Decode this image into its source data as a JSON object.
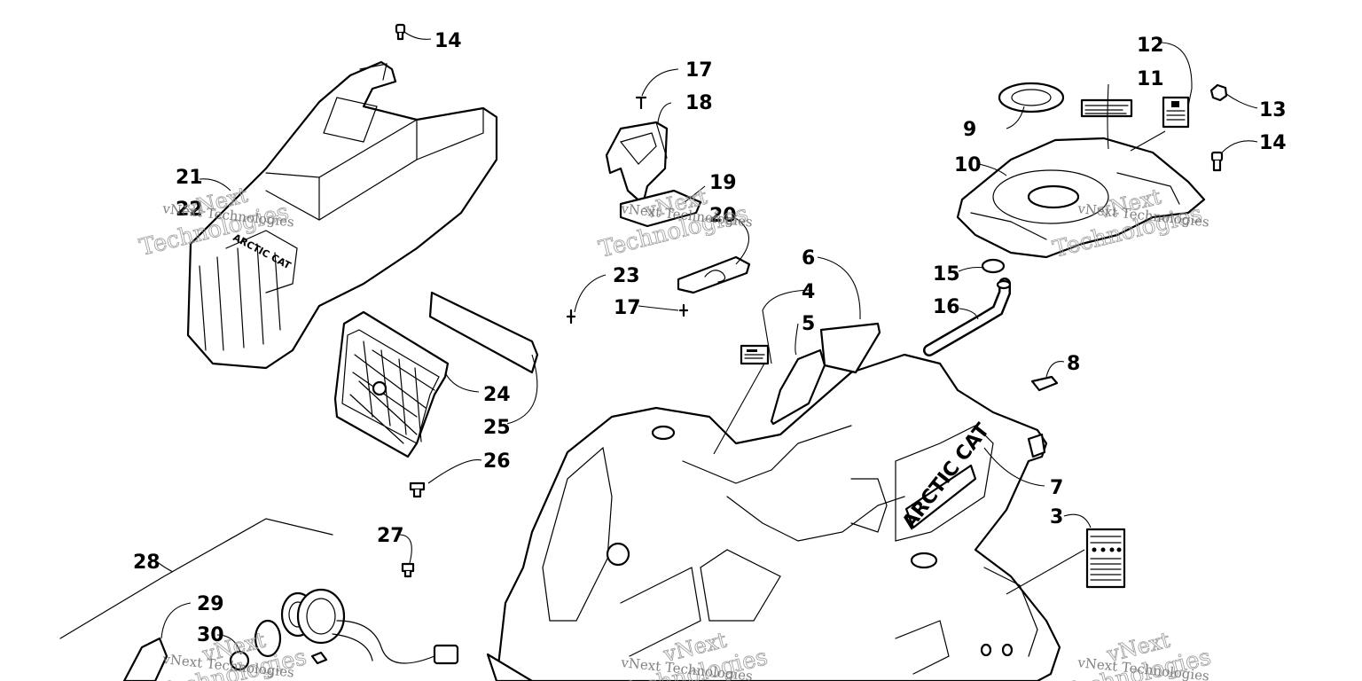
{
  "diagram": {
    "callouts": [
      "14",
      "17",
      "18",
      "12",
      "11",
      "13",
      "9",
      "10",
      "14",
      "21",
      "22",
      "19",
      "20",
      "23",
      "17",
      "6",
      "4",
      "5",
      "15",
      "16",
      "8",
      "24",
      "25",
      "26",
      "7",
      "3",
      "27",
      "28",
      "29",
      "30"
    ],
    "brand_decal_text": "ARCTIC CAT",
    "watermark_line1": "vNext",
    "watermark_line2": "Technologies",
    "watermark_caption": "vNext Technologies"
  }
}
